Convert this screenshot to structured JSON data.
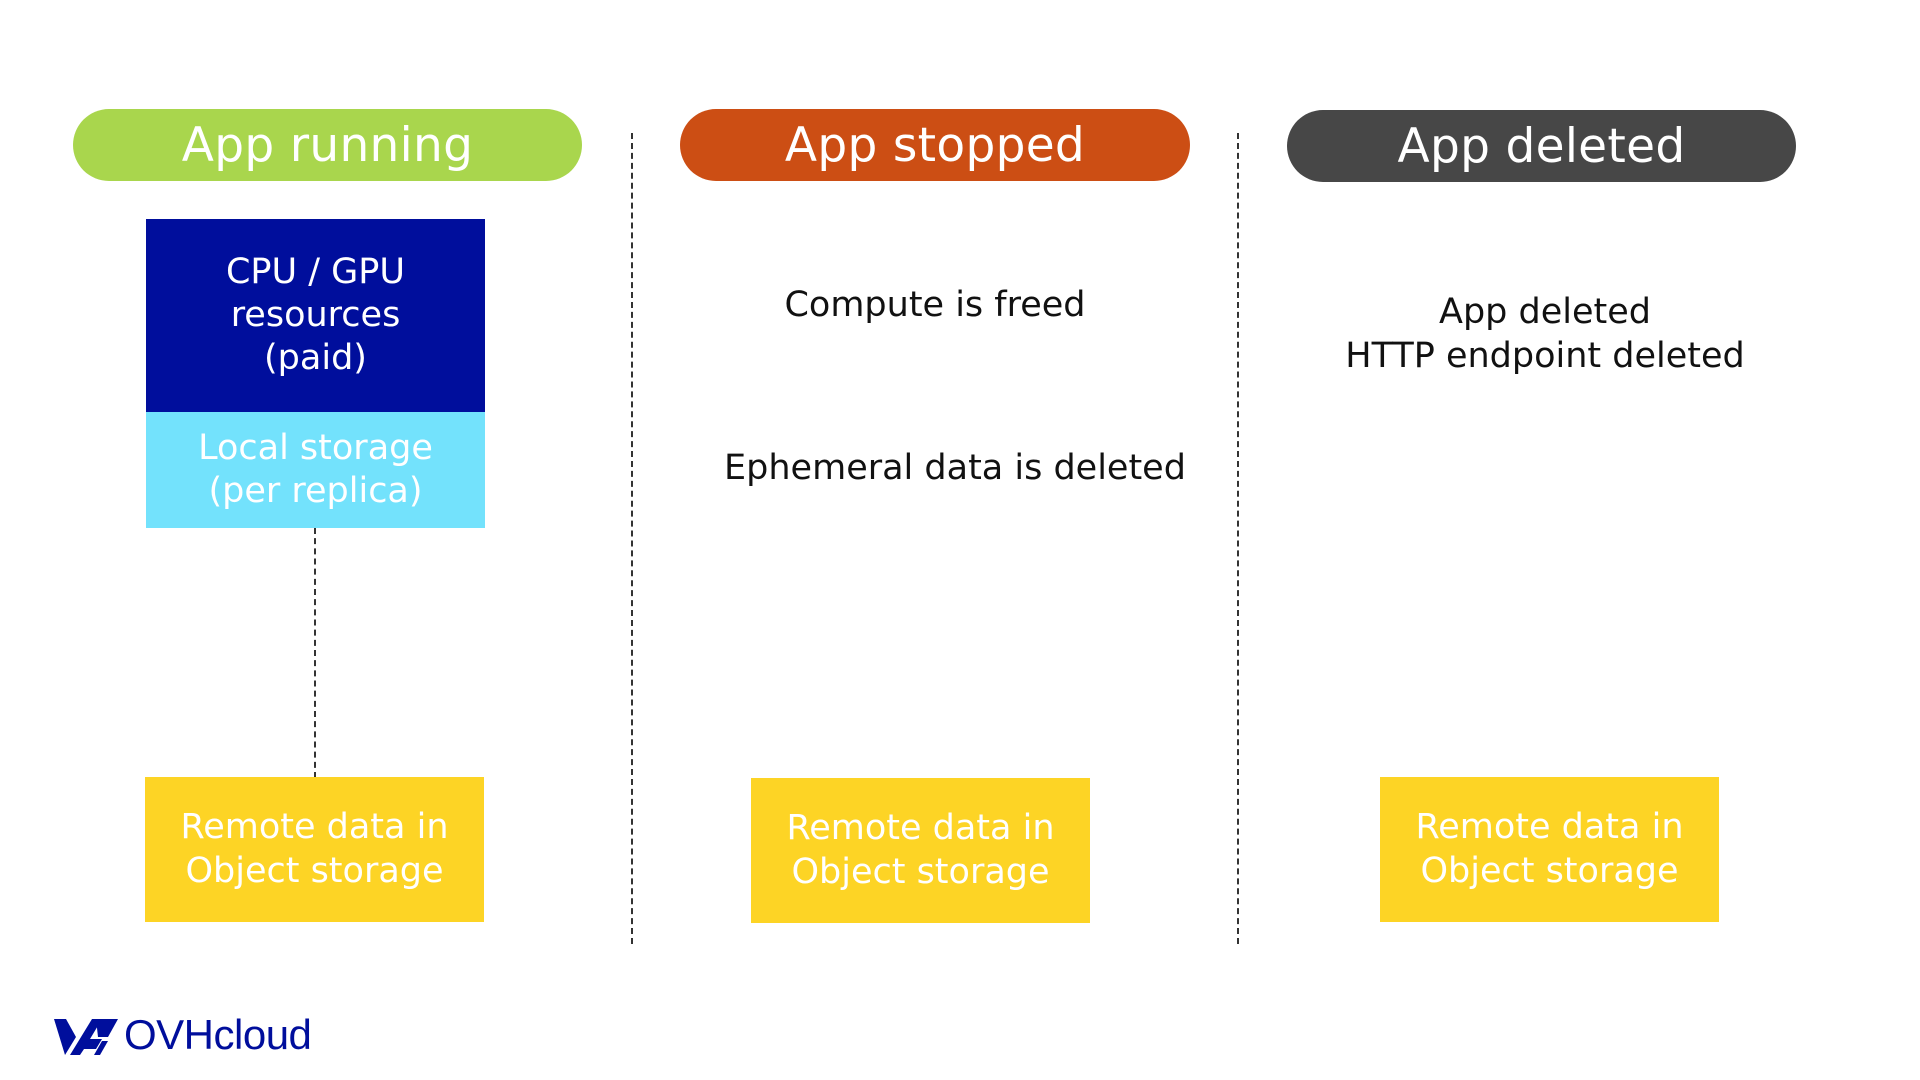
{
  "columns": [
    {
      "header": "App running",
      "color": "#a9d64d",
      "compute_block": {
        "lines": [
          "CPU / GPU",
          "resources",
          "(paid)"
        ],
        "color": "#000e9c"
      },
      "local_storage_block": {
        "lines": [
          "Local storage",
          "(per replica)"
        ],
        "color": "#73e2fc"
      },
      "remote_block": {
        "lines": [
          "Remote data in",
          "Object storage"
        ],
        "color": "#fdd425"
      }
    },
    {
      "header": "App stopped",
      "color": "#cc4e14",
      "notes": [
        {
          "lines": [
            "Compute is freed"
          ]
        },
        {
          "lines": [
            "Ephemeral data is deleted"
          ]
        }
      ],
      "remote_block": {
        "lines": [
          "Remote data in",
          "Object storage"
        ],
        "color": "#fdd425"
      }
    },
    {
      "header": "App deleted",
      "color": "#474747",
      "notes": [
        {
          "lines": [
            "App deleted",
            "HTTP endpoint deleted"
          ]
        }
      ],
      "remote_block": {
        "lines": [
          "Remote data in",
          "Object storage"
        ],
        "color": "#fdd425"
      }
    }
  ],
  "logo": {
    "text": "OVHcloud",
    "icon": "ovhcloud-logo-icon",
    "color": "#000e9c"
  }
}
